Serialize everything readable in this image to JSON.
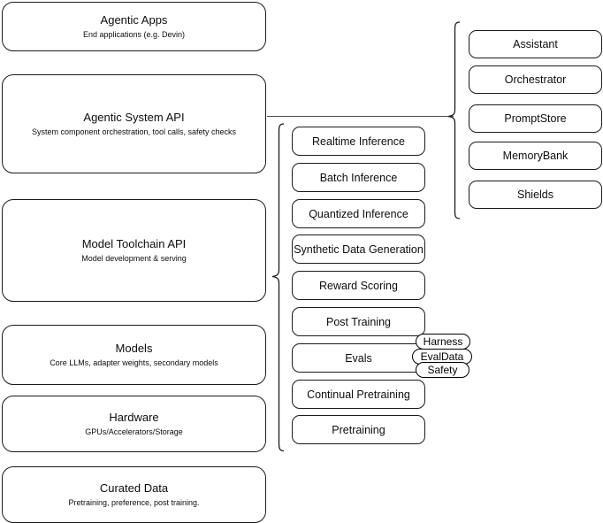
{
  "diagram": {
    "stack_layers": [
      {
        "title": "Agentic Apps",
        "subtitle": "End applications (e.g. Devin)"
      },
      {
        "title": "Agentic System API",
        "subtitle": "System component orchestration, tool calls, safety checks"
      },
      {
        "title": "Model Toolchain API",
        "subtitle": "Model development & serving"
      },
      {
        "title": "Models",
        "subtitle": "Core LLMs, adapter weights, secondary models"
      },
      {
        "title": "Hardware",
        "subtitle": "GPUs/Accelerators/Storage"
      },
      {
        "title": "Curated Data",
        "subtitle": "Pretraining, preference, post training."
      }
    ],
    "agentic_system_components": [
      {
        "label": "Assistant"
      },
      {
        "label": "Orchestrator"
      },
      {
        "label": "PromptStore"
      },
      {
        "label": "MemoryBank"
      },
      {
        "label": "Shields"
      }
    ],
    "model_toolchain_components": [
      {
        "label": "Realtime Inference"
      },
      {
        "label": "Batch Inference"
      },
      {
        "label": "Quantized Inference"
      },
      {
        "label": "Synthetic Data Generation"
      },
      {
        "label": "Reward Scoring"
      },
      {
        "label": "Post Training"
      },
      {
        "label": "Evals"
      },
      {
        "label": "Continual Pretraining"
      },
      {
        "label": "Pretraining"
      }
    ],
    "evals_badges": [
      {
        "label": "Harness"
      },
      {
        "label": "EvalData"
      },
      {
        "label": "Safety"
      }
    ],
    "colors": {
      "stroke": "#1a1a1a",
      "connector": "#4d4d4d",
      "background": "#ffffff",
      "text": "#0d0d0d"
    }
  }
}
